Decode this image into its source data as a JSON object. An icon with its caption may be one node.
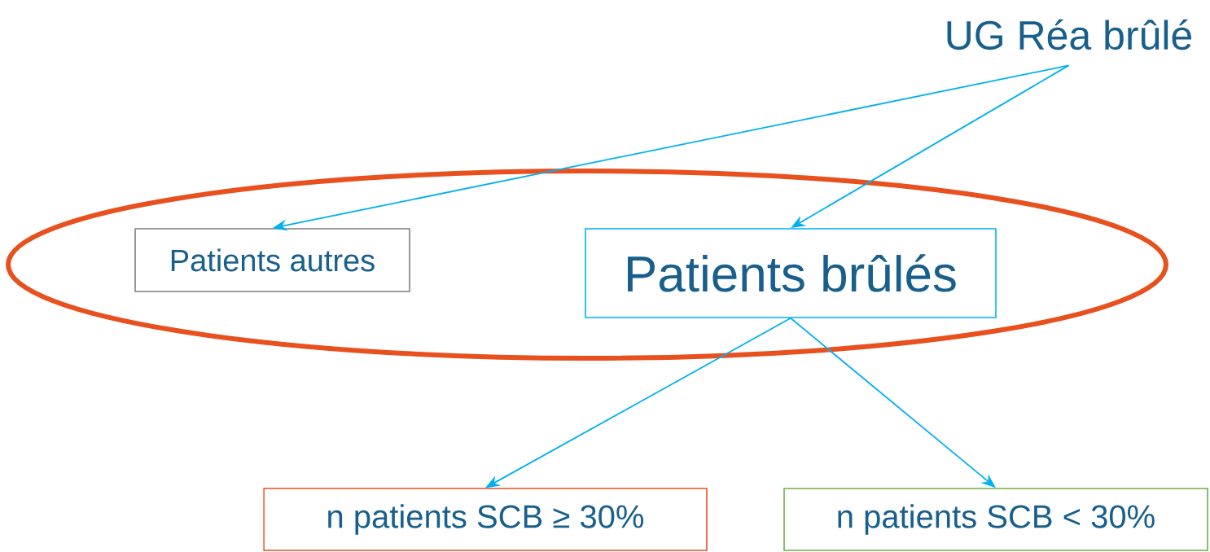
{
  "diagram": {
    "nodes": [
      {
        "text": [
          "UG Réa brûlé"
        ]
      },
      {
        "text": [],
        "shape": "ellipse"
      },
      {
        "text": [
          "Patients autres"
        ],
        "in": 1
      },
      {
        "text": [
          "Patients brûlés"
        ],
        "in": 1
      },
      {
        "text": [
          "n patients  SCB ≥ 30%"
        ]
      },
      {
        "text": [
          "n patients  SCB < 30%"
        ]
      }
    ],
    "edges": [
      {
        "from": 0,
        "to": 2,
        "arrow": "to",
        "color": "#00b0f0"
      },
      {
        "from": 0,
        "to": 3,
        "arrow": "to",
        "color": "#00b0f0"
      },
      {
        "from": 3,
        "to": 4,
        "arrow": "to",
        "color": "#00b0f0"
      },
      {
        "from": 3,
        "to": 5,
        "arrow": "to",
        "color": "#00b0f0"
      }
    ]
  }
}
